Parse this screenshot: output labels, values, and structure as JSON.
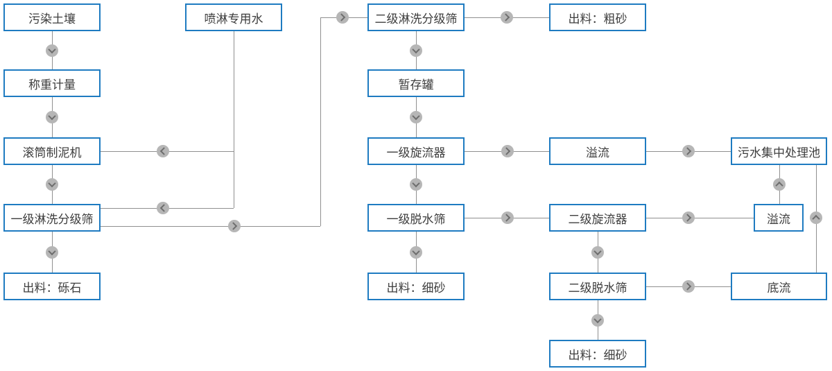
{
  "diagram": {
    "colors": {
      "canvas-bg": "#ffffff",
      "box-bg": "#ffffff",
      "box-border": "#1e7bc1",
      "box-text": "#3d3d3d",
      "line": "#8f8f8f",
      "marker-bg": "#b6b6b6",
      "marker-arrow": "#6e6e6e"
    },
    "nodes": [
      {
        "label": "污染土壤"
      },
      {
        "label": "称重计量"
      },
      {
        "label": "滚筒制泥机"
      },
      {
        "label": "一级淋洗分级筛"
      },
      {
        "label": "出料：砾石"
      },
      {
        "label": "喷淋专用水"
      },
      {
        "label": "二级淋洗分级筛"
      },
      {
        "label": "出料：粗砂"
      },
      {
        "label": "暂存罐"
      },
      {
        "label": "一级旋流器"
      },
      {
        "label": "溢流"
      },
      {
        "label": "污水集中处理池"
      },
      {
        "label": "一级脱水筛"
      },
      {
        "label": "二级旋流器"
      },
      {
        "label": "溢流"
      },
      {
        "label": "出料：细砂"
      },
      {
        "label": "二级脱水筛"
      },
      {
        "label": "底流"
      },
      {
        "label": "出料：细砂"
      }
    ],
    "edges": [
      {
        "from": "污染土壤",
        "to": "称重计量"
      },
      {
        "from": "称重计量",
        "to": "滚筒制泥机"
      },
      {
        "from": "滚筒制泥机",
        "to": "一级淋洗分级筛"
      },
      {
        "from": "一级淋洗分级筛",
        "to": "出料：砾石"
      },
      {
        "from": "喷淋专用水",
        "to": "滚筒制泥机"
      },
      {
        "from": "喷淋专用水",
        "to": "一级淋洗分级筛"
      },
      {
        "from": "一级淋洗分级筛",
        "to": "二级淋洗分级筛"
      },
      {
        "from": "二级淋洗分级筛",
        "to": "出料：粗砂"
      },
      {
        "from": "二级淋洗分级筛",
        "to": "暂存罐"
      },
      {
        "from": "暂存罐",
        "to": "一级旋流器"
      },
      {
        "from": "一级旋流器",
        "to": "溢流(上)"
      },
      {
        "from": "溢流(上)",
        "to": "污水集中处理池"
      },
      {
        "from": "一级旋流器",
        "to": "一级脱水筛"
      },
      {
        "from": "一级脱水筛",
        "to": "二级旋流器"
      },
      {
        "from": "一级脱水筛",
        "to": "出料：细砂(左)"
      },
      {
        "from": "二级旋流器",
        "to": "溢流(下)"
      },
      {
        "from": "溢流(下)",
        "to": "污水集中处理池"
      },
      {
        "from": "二级旋流器",
        "to": "二级脱水筛"
      },
      {
        "from": "二级脱水筛",
        "to": "底流"
      },
      {
        "from": "底流",
        "to": "污水集中处理池"
      },
      {
        "from": "二级脱水筛",
        "to": "出料：细砂(下)"
      }
    ]
  }
}
